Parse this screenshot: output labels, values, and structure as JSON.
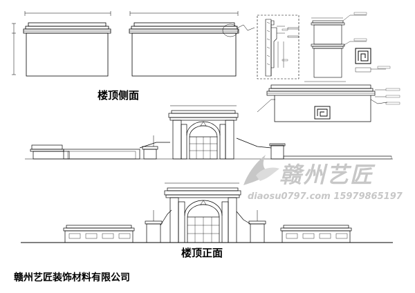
{
  "captions": {
    "side_view": "楼顶侧面",
    "front_view": "楼顶正面",
    "company": "赣州艺匠装饰材料有限公司"
  },
  "watermark": {
    "brand": "赣州艺匠",
    "url_phone": "diaosu0797.com  15979865197"
  },
  "colors": {
    "line": "#000000",
    "background": "#ffffff",
    "watermark": "#c7c7c7"
  },
  "icons": [
    "greek-key-icon",
    "watermark-logo-icon"
  ]
}
